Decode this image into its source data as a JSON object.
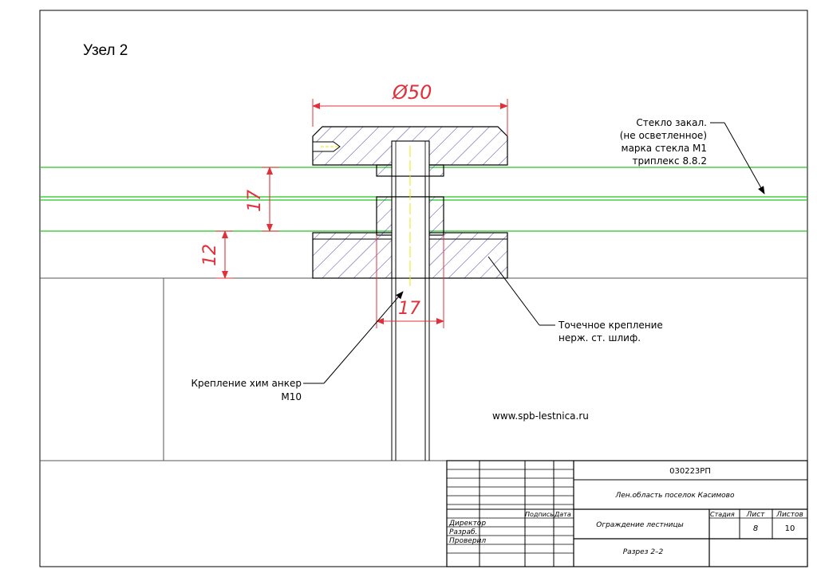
{
  "drawing": {
    "title": "Узел 2",
    "website": "www.spb-lestnica.ru",
    "dimensions": {
      "diameter": "Ø50",
      "glass_gap": "17",
      "base_height": "12",
      "bolt_width": "17"
    },
    "annotations": {
      "glass": [
        "Стекло закал.",
        "(не осветленное)",
        "марка стекла М1",
        "триплекс 8.8.2"
      ],
      "fitting": [
        "Точечное крепление",
        "нерж. ст. шлиф."
      ],
      "anchor": [
        "Крепление хим анкер",
        "М10"
      ]
    },
    "colors": {
      "glass_line": "#22c41e",
      "dimension": "#e0303a",
      "hatch": "#3a3aa8",
      "axis": "#e8e800"
    }
  },
  "title_block": {
    "code": "030223РП",
    "location": "Лен.область поселок Касимово",
    "project": "Ограждение лестницы",
    "section": "Разрез 2–2",
    "headers": {
      "signature": "Подпись",
      "date": "Дата",
      "stage": "Стадия",
      "sheet": "Лист",
      "sheets": "Листов"
    },
    "sheet_no": "8",
    "sheets_total": "10",
    "roles": [
      "Директор",
      "Разраб.",
      "Проверил"
    ]
  }
}
